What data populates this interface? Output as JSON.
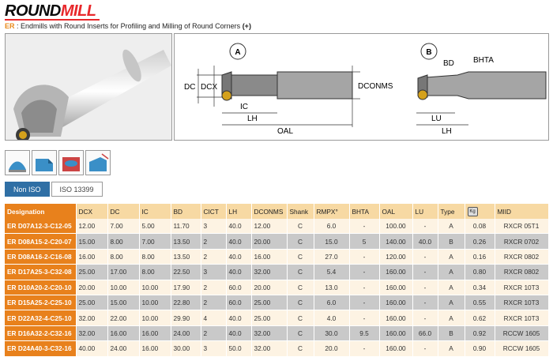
{
  "brand": {
    "round": "ROUND",
    "mill": "MILL"
  },
  "subtitle": {
    "code": "ER",
    "text": ": Endmills with Round Inserts for Profiling and Milling of Round Corners",
    "plus": "(+)"
  },
  "diagram": {
    "label_a": "A",
    "label_b": "B",
    "dc": "DC",
    "dcx": "DCX",
    "ic": "IC",
    "lh": "LH",
    "oal": "OAL",
    "dconms": "DCONMS",
    "bd": "BD",
    "bhta": "BHTA",
    "lu": "LU",
    "lh_b": "LH"
  },
  "icons": [
    "profiling-icon",
    "shoulder-icon",
    "pocket-icon",
    "ramping-icon"
  ],
  "iso_tabs": {
    "non_iso": "Non ISO",
    "iso": "ISO 13399"
  },
  "table": {
    "headers": [
      "Designation",
      "DCX",
      "DC",
      "IC",
      "BD",
      "CICT",
      "LH",
      "DCONMS",
      "Shank",
      "RMPX°",
      "BHTA",
      "OAL",
      "LU",
      "Type",
      "Kg",
      "MIID"
    ],
    "rows": [
      [
        "ER D07A12-3-C12-05",
        "12.00",
        "7.00",
        "5.00",
        "11.70",
        "3",
        "40.0",
        "12.00",
        "C",
        "6.0",
        "-",
        "100.00",
        "-",
        "A",
        "0.08",
        "RXCR 05T1"
      ],
      [
        "ER D08A15-2-C20-07",
        "15.00",
        "8.00",
        "7.00",
        "13.50",
        "2",
        "40.0",
        "20.00",
        "C",
        "15.0",
        "5",
        "140.00",
        "40.0",
        "B",
        "0.26",
        "RXCR 0702"
      ],
      [
        "ER D08A16-2-C16-08",
        "16.00",
        "8.00",
        "8.00",
        "13.50",
        "2",
        "40.0",
        "16.00",
        "C",
        "27.0",
        "-",
        "120.00",
        "-",
        "A",
        "0.16",
        "RXCR 0802"
      ],
      [
        "ER D17A25-3-C32-08",
        "25.00",
        "17.00",
        "8.00",
        "22.50",
        "3",
        "40.0",
        "32.00",
        "C",
        "5.4",
        "-",
        "160.00",
        "-",
        "A",
        "0.80",
        "RXCR 0802"
      ],
      [
        "ER D10A20-2-C20-10",
        "20.00",
        "10.00",
        "10.00",
        "17.90",
        "2",
        "60.0",
        "20.00",
        "C",
        "13.0",
        "-",
        "160.00",
        "-",
        "A",
        "0.34",
        "RXCR 10T3"
      ],
      [
        "ER D15A25-2-C25-10",
        "25.00",
        "15.00",
        "10.00",
        "22.80",
        "2",
        "60.0",
        "25.00",
        "C",
        "6.0",
        "-",
        "160.00",
        "-",
        "A",
        "0.55",
        "RXCR 10T3"
      ],
      [
        "ER D22A32-4-C25-10",
        "32.00",
        "22.00",
        "10.00",
        "29.90",
        "4",
        "40.0",
        "25.00",
        "C",
        "4.0",
        "-",
        "160.00",
        "-",
        "A",
        "0.62",
        "RXCR 10T3"
      ],
      [
        "ER D16A32-2-C32-16",
        "32.00",
        "16.00",
        "16.00",
        "24.00",
        "2",
        "40.0",
        "32.00",
        "C",
        "30.0",
        "9.5",
        "160.00",
        "66.0",
        "B",
        "0.92",
        "RCCW 1605"
      ],
      [
        "ER D24A40-3-C32-16",
        "40.00",
        "24.00",
        "16.00",
        "30.00",
        "3",
        "50.0",
        "32.00",
        "C",
        "20.0",
        "-",
        "160.00",
        "-",
        "A",
        "0.90",
        "RCCW 1605"
      ]
    ]
  }
}
